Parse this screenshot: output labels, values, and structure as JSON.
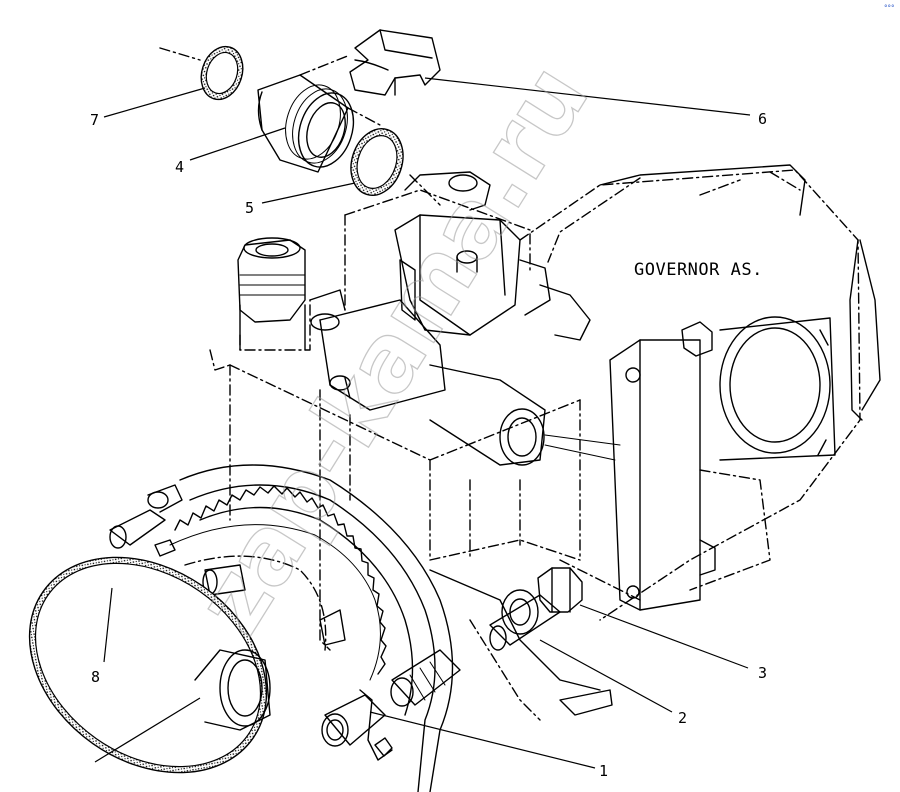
{
  "diagram": {
    "assembly_label": "GOVERNOR AS.",
    "watermark": "zap-kama.ru",
    "callouts": [
      {
        "id": "1",
        "label": "1"
      },
      {
        "id": "2",
        "label": "2"
      },
      {
        "id": "3",
        "label": "3"
      },
      {
        "id": "4",
        "label": "4"
      },
      {
        "id": "5",
        "label": "5"
      },
      {
        "id": "6",
        "label": "6"
      },
      {
        "id": "7",
        "label": "7"
      },
      {
        "id": "8",
        "label": "8"
      }
    ]
  }
}
